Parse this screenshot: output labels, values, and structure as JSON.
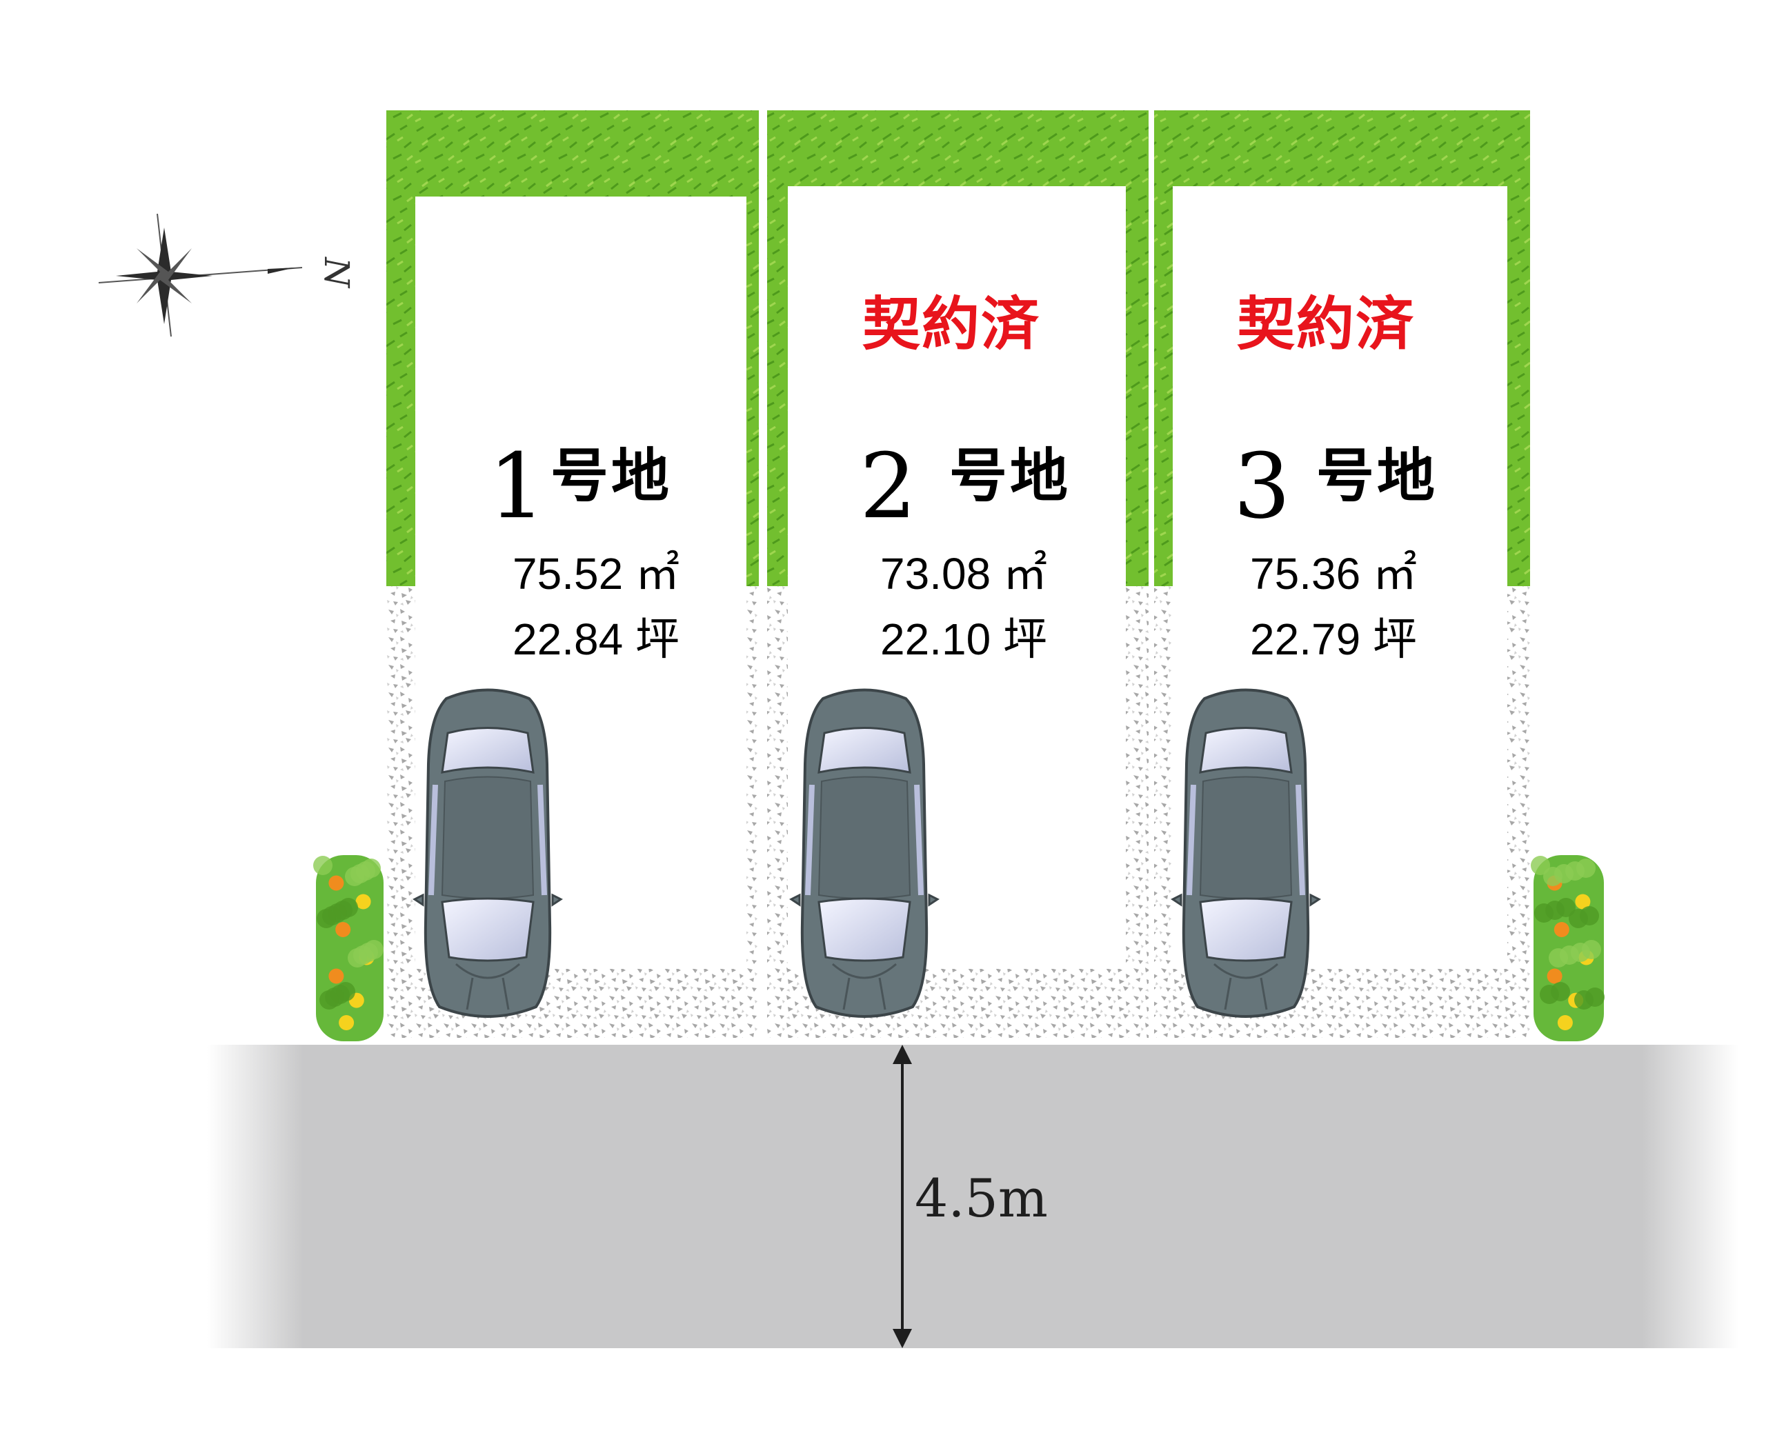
{
  "lots": [
    {
      "number": "1",
      "suffix": "号地",
      "area_sqm": "75.52 ㎡",
      "area_tsubo": "22.84 坪",
      "status": ""
    },
    {
      "number": "2",
      "suffix": "号地",
      "area_sqm": "73.08 ㎡",
      "area_tsubo": "22.10 坪",
      "status": "契約済"
    },
    {
      "number": "3",
      "suffix": "号地",
      "area_sqm": "75.36 ㎡",
      "area_tsubo": "22.79 坪",
      "status": "契約済"
    }
  ],
  "road": {
    "width_label": "4.5m"
  },
  "compass": {
    "north_label": "N"
  },
  "colors": {
    "lawn": "#6fbe2e",
    "lawn_dark": "#4f9a1e",
    "gravel": "#bdbdbd",
    "road": "#c8c8c9",
    "sold_text": "#e8141c",
    "car_body": "#66757a",
    "glass": "#dfe3f5",
    "shrub": "#66b83a"
  },
  "icons": [
    "compass-rose-icon",
    "car-icon",
    "shrub-icon",
    "dimension-arrow-icon"
  ]
}
